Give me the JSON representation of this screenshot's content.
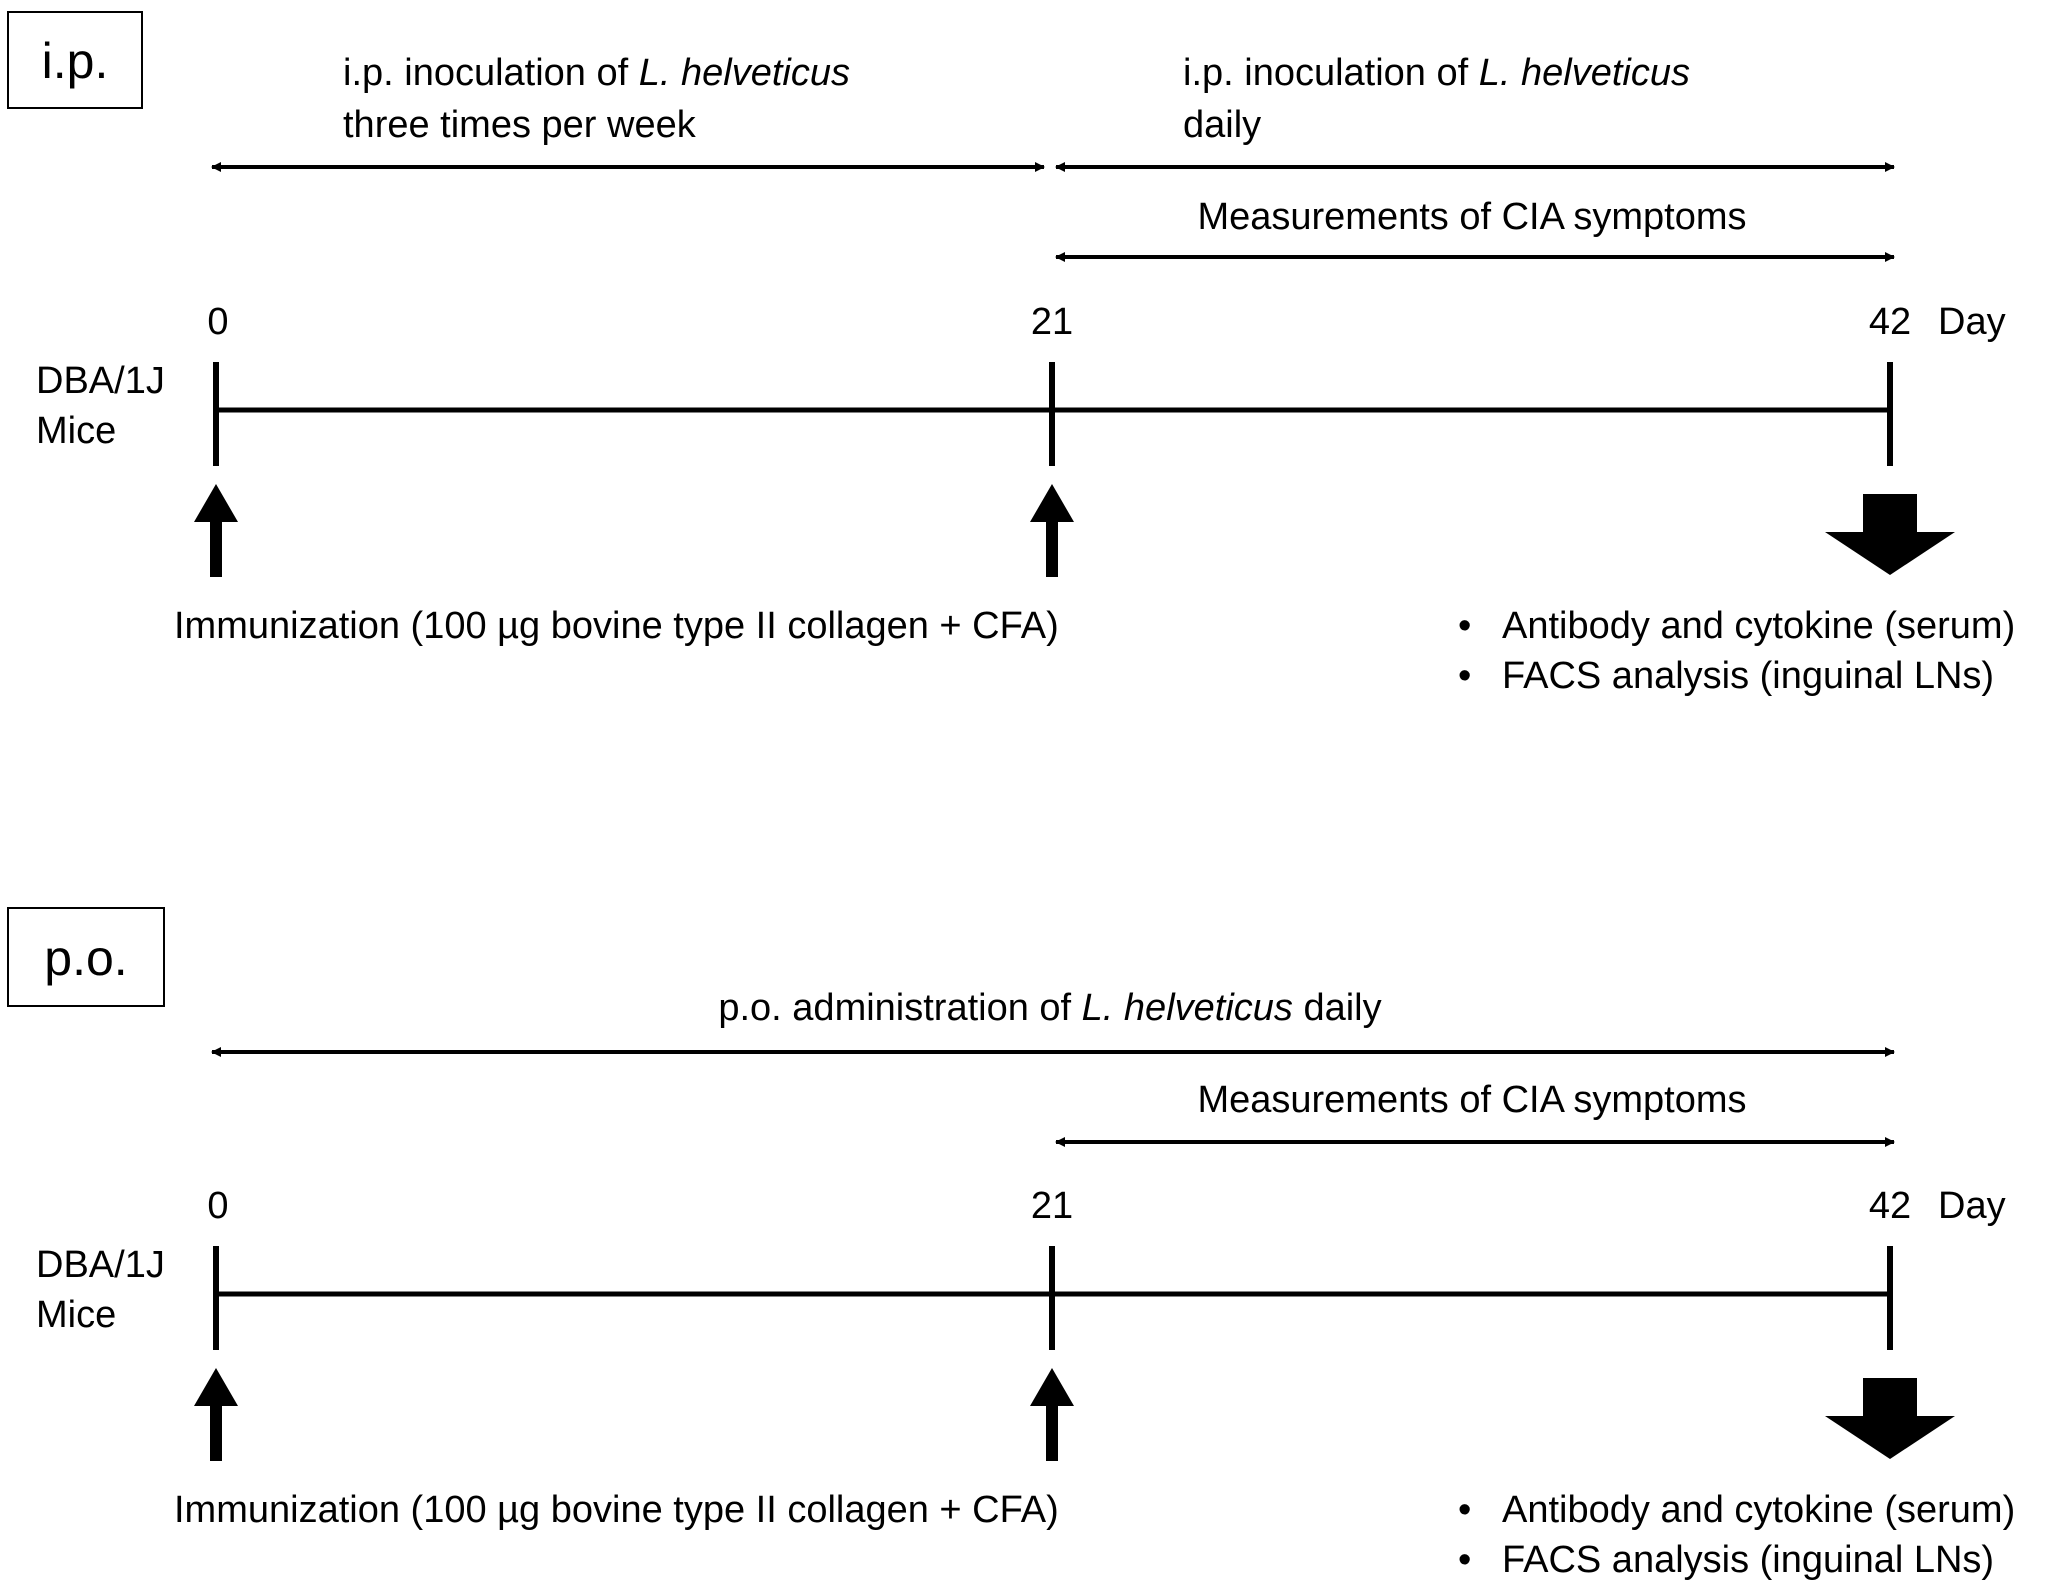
{
  "panels": [
    {
      "id": "ip",
      "label": "i.p.",
      "top_bar": {
        "line1_prefix": "i.p. inoculation of ",
        "line1_italic": "L. helveticus",
        "line2": "three times per week"
      },
      "right_bar": {
        "line1_prefix": "i.p. inoculation of ",
        "line1_italic": "L. helveticus",
        "line2": "daily"
      },
      "measure_label": "Measurements of CIA symptoms",
      "strain": [
        "DBA/1J",
        "Mice"
      ],
      "ticks": [
        "0",
        "21",
        "42"
      ],
      "day_label": "Day",
      "immunization": "Immunization (100 µg bovine type II collagen + CFA)",
      "outcomes": [
        "Antibody and cytokine (serum)",
        "FACS analysis (inguinal LNs)"
      ]
    },
    {
      "id": "po",
      "label": "p.o.",
      "top_bar": {
        "line1_prefix": "p.o. administration of ",
        "line1_italic": "L. helveticus",
        "line1_suffix": " daily"
      },
      "measure_label": "Measurements of CIA symptoms",
      "strain": [
        "DBA/1J",
        "Mice"
      ],
      "ticks": [
        "0",
        "21",
        "42"
      ],
      "day_label": "Day",
      "immunization": "Immunization (100 µg bovine type II collagen + CFA)",
      "outcomes": [
        "Antibody and cytokine (serum)",
        "FACS analysis (inguinal LNs)"
      ]
    }
  ],
  "colors": {
    "ink": "#000000",
    "background": "#ffffff"
  }
}
